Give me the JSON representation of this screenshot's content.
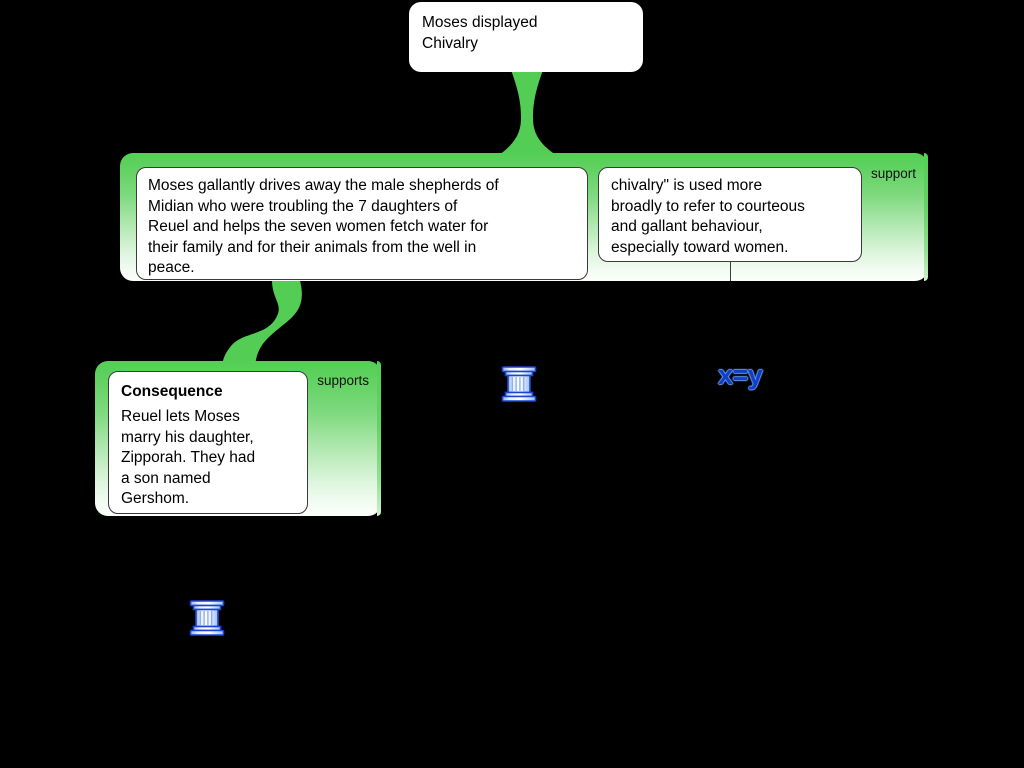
{
  "diagram": {
    "type": "argument-map",
    "background_color": "#000000",
    "accent_green": "#55cf55",
    "box_fill": "#ffffff",
    "box_border": "#3b3b3b",
    "icon_blue": "#1040c8"
  },
  "root": {
    "text": "Moses displayed\nChivalry"
  },
  "groups": [
    {
      "id": "support-group",
      "label": "support",
      "boxes": [
        {
          "id": "premise-1",
          "title": "",
          "text": "Moses gallantly drives away the male shepherds of\nMidian who were troubling the 7 daughters of\nReuel and helps the seven women fetch water for\ntheir family and for their animals from the well in\npeace."
        },
        {
          "id": "premise-2",
          "title": "",
          "text": "chivalry\" is used more\nbroadly to refer to courteous\nand gallant behaviour,\nespecially toward women."
        }
      ]
    },
    {
      "id": "consequence-group",
      "label": "supports",
      "boxes": [
        {
          "id": "premise-3",
          "title": "Consequence",
          "text": "Reuel lets Moses\nmarry his daughter,\nZipporah. They had\na son named\nGershom."
        }
      ]
    }
  ],
  "icons": [
    {
      "id": "pillar-icon-1",
      "name": "pillar-icon"
    },
    {
      "id": "pillar-icon-2",
      "name": "pillar-icon"
    },
    {
      "id": "equation-icon",
      "name": "equation-icon",
      "text": "x=y"
    }
  ]
}
